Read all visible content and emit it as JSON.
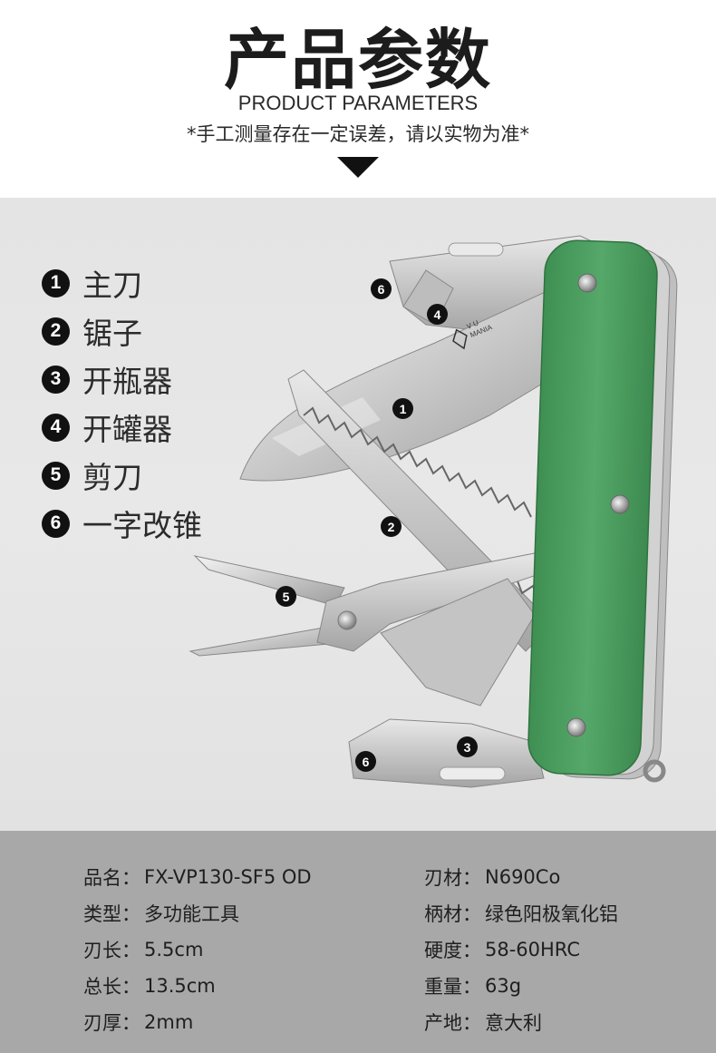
{
  "header": {
    "title": "产品参数",
    "subtitle": "PRODUCT PARAMETERS",
    "note": "*手工测量存在一定误差，请以实物为准*"
  },
  "features": [
    {
      "num": "1",
      "label": "主刀"
    },
    {
      "num": "2",
      "label": "锯子"
    },
    {
      "num": "3",
      "label": "开瓶器"
    },
    {
      "num": "4",
      "label": "开罐器"
    },
    {
      "num": "5",
      "label": "剪刀"
    },
    {
      "num": "6",
      "label": "一字改锥"
    }
  ],
  "knife_markers": [
    {
      "num": "6",
      "tool": "一字改锥"
    },
    {
      "num": "4",
      "tool": "开罐器"
    },
    {
      "num": "1",
      "tool": "主刀"
    },
    {
      "num": "2",
      "tool": "锯子"
    },
    {
      "num": "5",
      "tool": "剪刀"
    },
    {
      "num": "3",
      "tool": "开瓶器"
    },
    {
      "num": "6",
      "tool": "一字改锥"
    }
  ],
  "blade_engraving": {
    "line1": "V U",
    "line2": "MANIA"
  },
  "specs": {
    "left": [
      {
        "key": "品名",
        "sep": "：",
        "value": "FX-VP130-SF5 OD"
      },
      {
        "key": "类型",
        "sep": "：",
        "value": "多功能工具"
      },
      {
        "key": "刃长",
        "sep": "：",
        "value": "5.5cm"
      },
      {
        "key": "总长",
        "sep": "：",
        "value": "13.5cm"
      },
      {
        "key": "刃厚",
        "sep": "：",
        "value": "2mm"
      }
    ],
    "right": [
      {
        "key": "刃材",
        "sep": "：",
        "value": "N690Co"
      },
      {
        "key": "柄材",
        "sep": "：",
        "value": "绿色阳极氧化铝"
      },
      {
        "key": "硬度",
        "sep": "：",
        "value": "58-60HRC"
      },
      {
        "key": "重量",
        "sep": "：",
        "value": "63g"
      },
      {
        "key": "产地",
        "sep": "：",
        "value": "意大利"
      }
    ]
  },
  "colors": {
    "handle_green": "#4a9a5e",
    "spec_band": "#a8a8a8",
    "product_bg": "#e6e6e6"
  }
}
